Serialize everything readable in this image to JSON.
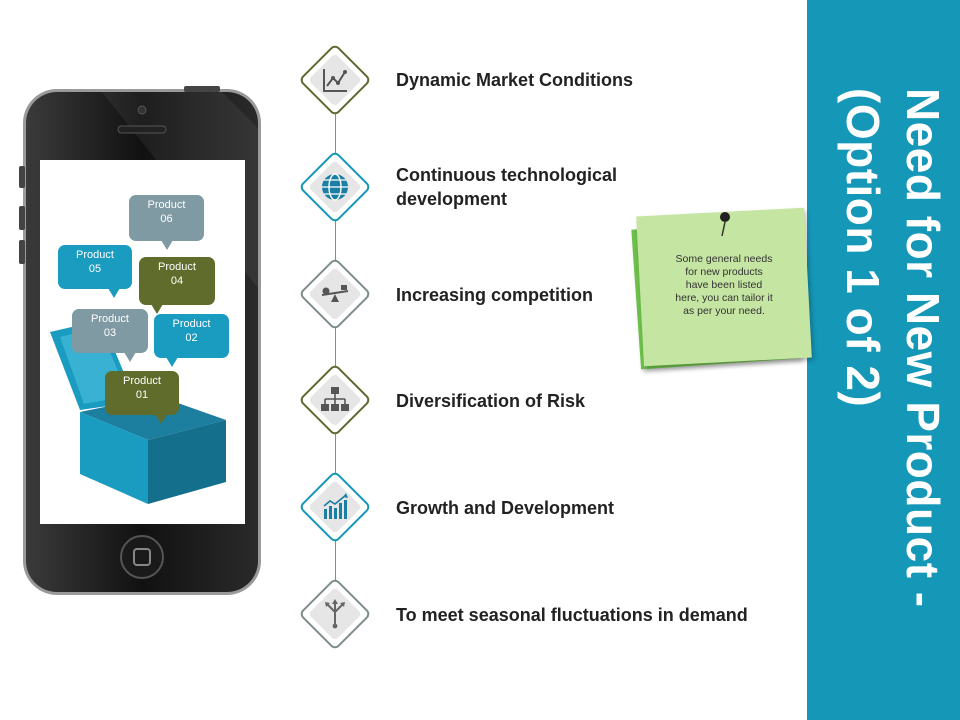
{
  "title": "Need for New Product - (Option 1 of 2)",
  "colors": {
    "band": "#1597b8",
    "teal": "#1597b8",
    "olive": "#5e6a2e",
    "gray": "#7f8c8d",
    "bubble_teal": "#1a9bc0",
    "bubble_gray": "#7f9aa3",
    "bubble_olive": "#5f6c2c"
  },
  "phone": {
    "bubbles": [
      {
        "line1": "Product",
        "line2": "06",
        "color": "#7f9aa3"
      },
      {
        "line1": "Product",
        "line2": "05",
        "color": "#1a9bc0"
      },
      {
        "line1": "Product",
        "line2": "04",
        "color": "#5f6c2c"
      },
      {
        "line1": "Product",
        "line2": "03",
        "color": "#7f9aa3"
      },
      {
        "line1": "Product",
        "line2": "02",
        "color": "#1a9bc0"
      },
      {
        "line1": "Product",
        "line2": "01",
        "color": "#5f6c2c"
      }
    ]
  },
  "items": [
    {
      "label": "Dynamic Market Conditions",
      "icon": "line-chart-icon",
      "color": "#5e6a2e"
    },
    {
      "label": "Continuous technological\ndevelopment",
      "icon": "globe-icon",
      "color": "#1597b8"
    },
    {
      "label": "Increasing competition",
      "icon": "seesaw-balance-icon",
      "color": "#7f8c8d"
    },
    {
      "label": "Diversification of Risk",
      "icon": "org-chart-icon",
      "color": "#5e6a2e"
    },
    {
      "label": "Growth and Development",
      "icon": "bar-growth-icon",
      "color": "#1597b8"
    },
    {
      "label": "To meet seasonal fluctuations in demand",
      "icon": "split-arrows-icon",
      "color": "#7f8c8d"
    }
  ],
  "note": {
    "text": "Some general needs\nfor new products\nhave been listed\nhere, you can tailor it\nas per your need."
  }
}
